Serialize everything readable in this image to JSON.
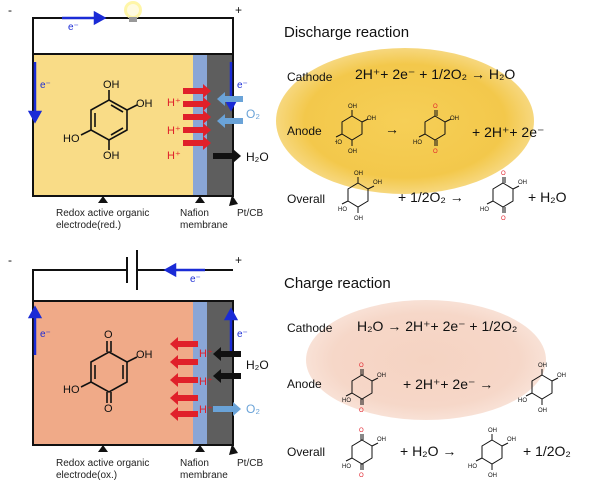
{
  "discharge": {
    "title": "Discharge reaction",
    "cathode_label": "Cathode",
    "cathode_eq": "2H⁺+ 2e⁻ + 1/2O₂ → H₂O",
    "anode_label": "Anode",
    "anode_products": "+ 2H⁺+ 2e⁻",
    "overall_label": "Overall",
    "overall_mid": "+ 1/2O₂ →",
    "overall_end": "+ H₂O",
    "bg_color": "#f3c84b",
    "electrolyte_color": "#f9dc87",
    "polarity_neg": "-",
    "polarity_pos": "+",
    "electron": "e⁻",
    "proton": "H⁺",
    "oxygen": "O₂",
    "water": "H₂O",
    "electrode_label": "Redox active organic electrode(red.)",
    "membrane_label": "Nafion membrane",
    "catalyst_label": "Pt/CB"
  },
  "charge": {
    "title": "Charge reaction",
    "cathode_label": "Cathode",
    "cathode_eq": "H₂O → 2H⁺+ 2e⁻ + 1/2O₂",
    "anode_label": "Anode",
    "anode_mid": "+ 2H⁺+ 2e⁻ →",
    "overall_label": "Overall",
    "overall_mid": "+ H₂O →",
    "overall_end": "+ 1/2O₂",
    "bg_color": "#f6d7c8",
    "electrolyte_color": "#f0aa88",
    "polarity_neg": "-",
    "polarity_pos": "+",
    "electron": "e⁻",
    "proton": "H⁺",
    "oxygen": "O₂",
    "water": "H₂O",
    "electrode_label": "Redox active organic electrode(ox.)",
    "membrane_label": "Nafion membrane",
    "catalyst_label": "Pt/CB"
  },
  "molecule_labels": {
    "oh": "OH",
    "ho": "HO",
    "o": "O"
  },
  "colors": {
    "membrane": "#8aa6d6",
    "catalyst": "#5a5a5a",
    "wire": "#111111",
    "electron_arrow": "#1a2bd6",
    "proton_arrow": "#e0202a",
    "oxygen_arrow": "#6aa3d8",
    "water_arrow": "#111111"
  }
}
